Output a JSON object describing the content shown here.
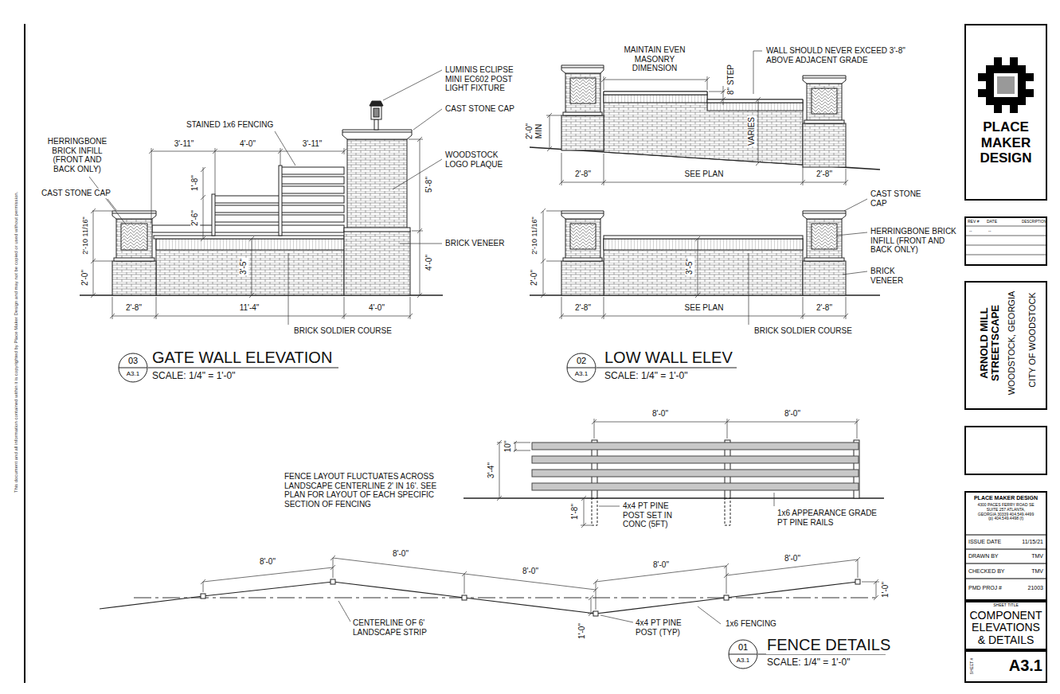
{
  "diagram": {
    "nodes": [
      {
        "text": [
          "03",
          "A3.1"
        ]
      },
      {
        "text": [
          "02",
          "A3.1"
        ]
      },
      {
        "text": [
          "01",
          "A3.1"
        ]
      },
      {
        "text": [
          "PLACE MAKER DESIGN"
        ]
      },
      {
        "text": [
          "REV #",
          "DATE",
          "DESCRIPTION",
          "--",
          "--"
        ]
      },
      {
        "text": [
          "ARNOLD MILL STREETSCAPE",
          "WOODSTOCK, GEORGIA",
          "CITY OF WOODSTOCK"
        ]
      },
      {
        "text": [
          "PLACE MAKER DESIGN",
          "4300 PACES FERRY ROAD SE SUITE 257 ATLANTA, GEORGIA 30339 404.549.4499 (p) 404.549.4498 (f)",
          "ISSUE DATE",
          "11/15/21",
          "DRAWN BY",
          "TMV",
          "CHECKED BY",
          "TMV",
          "PMD PROJ #",
          "21003"
        ]
      },
      {
        "text": [
          "SHEET TITLE",
          "COMPONENT ELEVATIONS & DETAILS"
        ]
      },
      {
        "text": [
          "SHEET #",
          "A3.1"
        ]
      }
    ],
    "labels": [
      "LUMINIS ECLIPSE MINI EC602 POST LIGHT FIXTURE",
      "CAST STONE CAP",
      "STAINED 1x6 FENCING",
      "HERRINGBONE BRICK INFILL (FRONT AND BACK ONLY)",
      "CAST STONE CAP",
      "WOODSTOCK LOGO PLAQUE",
      "BRICK VENEER",
      "3'-11\"",
      "4'-0\"",
      "3'-11\"",
      "1'-8\"",
      "2'-6\"",
      "5'-8\"",
      "4'-0\"",
      "2'-10 11/16\"",
      "2'-0\"",
      "3'-5\"",
      "2'-8\"",
      "11'-4\"",
      "4'-0\"",
      "BRICK SOLDIER COURSE",
      "GATE WALL ELEVATION",
      "SCALE: 1/4\" = 1'-0\"",
      "MAINTAIN EVEN MASONRY DIMENSION",
      "WALL SHOULD NEVER EXCEED 3'-8\" ABOVE ADJACENT GRADE",
      "8\" STEP",
      "2'-0\" MIN",
      "VARIES",
      "2'-8\"",
      "SEE PLAN",
      "2'-8\"",
      "CAST STONE CAP",
      "HERRINGBONE BRICK INFILL (FRONT AND BACK ONLY)",
      "BRICK VENEER",
      "2'-10 11/16\"",
      "2'-0\"",
      "3'-5\"",
      "2'-8\"",
      "SEE PLAN",
      "2'-8\"",
      "BRICK SOLDIER COURSE",
      "LOW WALL ELEV",
      "SCALE: 1/4\" = 1'-0\"",
      "8'-0\"",
      "8'-0\"",
      "10\"",
      "3'-4\"",
      "1'-8\"",
      "4x4 PT PINE POST SET IN CONC (5FT)",
      "1x6 APPEARANCE GRADE PT PINE RAILS",
      "FENCE LAYOUT FLUCTUATES ACROSS LANDSCAPE CENTERLINE 2' IN 16'. SEE PLAN FOR LAYOUT OF EACH SPECIFIC SECTION OF FENCING",
      "8'-0\"",
      "8'-0\"",
      "8'-0\"",
      "8'-0\"",
      "8'-0\"",
      "CENTERLINE OF 6' LANDSCAPE STRIP",
      "1'-0\"",
      "1'-0\"",
      "4x4 PT PINE POST (TYP)",
      "1x6 FENCING",
      "FENCE DETAILS",
      "SCALE: 1/4\" = 1'-0\"",
      "This document and all information contained within it is copyrighted by Place Maker Design and may not be copied or used without permission."
    ]
  }
}
